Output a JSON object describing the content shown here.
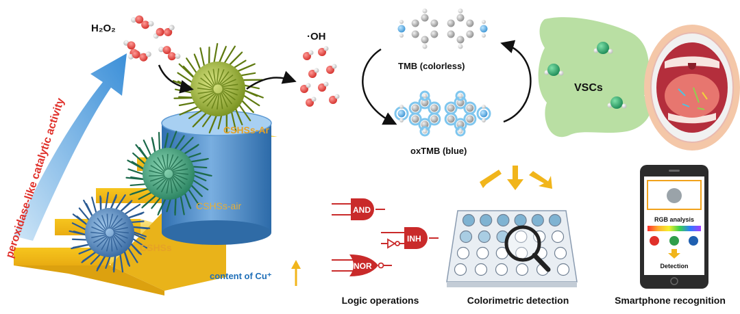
{
  "labels": {
    "h2o2": "H₂O₂",
    "oh": "·OH",
    "activity": "peroxidase-like catalytic activity",
    "cshss_ar": "CSHSs-Ar",
    "cshss_air": "CSHSs-air",
    "cshss": "CSHSs",
    "copper": "content of Cu⁺",
    "tmb": "TMB (colorless)",
    "oxtmb": "oxTMB (blue)",
    "vscs": "VSCs",
    "gate_and": "AND",
    "gate_inh": "INH",
    "gate_nor": "NOR",
    "rgb_analysis": "RGB analysis",
    "detection": "Detection",
    "logic_operations": "Logic operations",
    "colorimetric_detection": "Colorimetric detection",
    "smartphone_recognition": "Smartphone recognition"
  },
  "colors": {
    "stairs": "#f2c019",
    "cylinder": "#4e8fcd",
    "arrow_blue": "#3d8fd6",
    "activity_red": "#e0302a",
    "label_orange": "#e6a226",
    "gate_red": "#c92a2a",
    "vsc_cloud": "#b9dfa3",
    "oxtmb_glow": "#7fc6ee",
    "sphere_ar": "#b8cc3a",
    "sphere_air": "#38a37e",
    "sphere_cshss": "#3f7fc0"
  }
}
